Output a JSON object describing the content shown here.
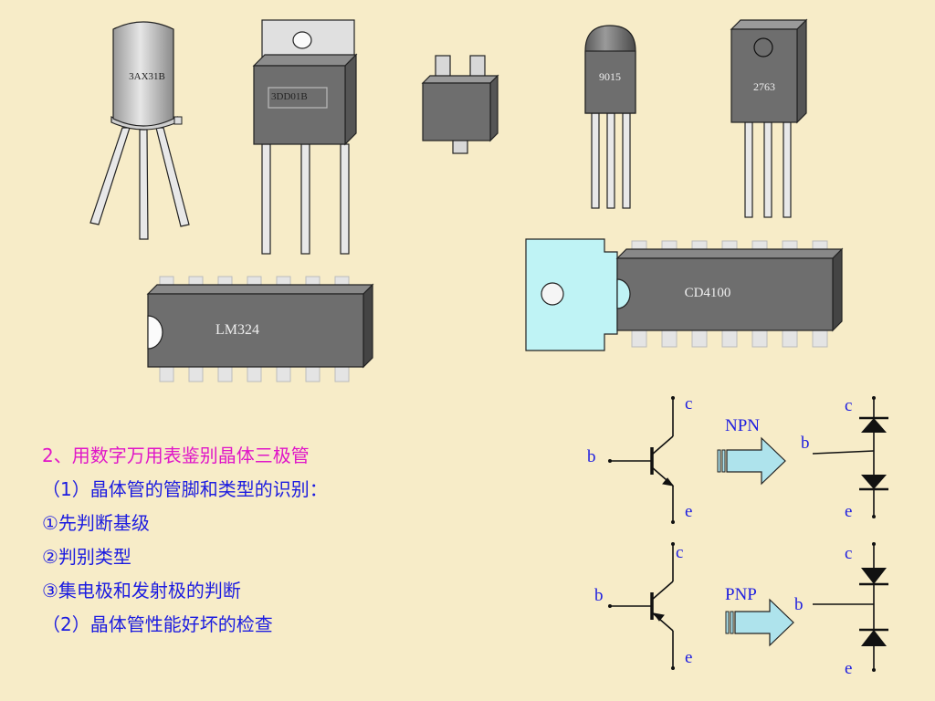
{
  "components": {
    "can_transistor": {
      "label": "3AX31B"
    },
    "power_transistor": {
      "label": "3DD01B"
    },
    "small_transistor": {
      "label": "9015"
    },
    "tab_transistor": {
      "label": "2763"
    },
    "chip_lm324": {
      "label": "LM324"
    },
    "chip_cd4100": {
      "label": "CD4100"
    }
  },
  "symbols": {
    "npn": {
      "type_label": "NPN",
      "pin_b": "b",
      "pin_c": "c",
      "pin_e": "e",
      "equiv_b": "b",
      "equiv_c": "c",
      "equiv_e": "e"
    },
    "pnp": {
      "type_label": "PNP",
      "pin_b": "b",
      "pin_c": "c",
      "pin_e": "e",
      "equiv_b": "b",
      "equiv_c": "c",
      "equiv_e": "e"
    }
  },
  "text": {
    "title": "2、用数字万用表鉴别晶体三极管",
    "lines": [
      "（1）晶体管的管脚和类型的识别：",
      "①先判断基级",
      "②判别类型",
      "③集电极和发射极的判断",
      "（2）晶体管性能好坏的检查"
    ]
  },
  "colors": {
    "background": "#f7ecc8",
    "component_body": "#6e6e6e",
    "heat_sink": "#bff3f5",
    "arrow_fill": "#aee3ec",
    "title_text": "#e016c8",
    "body_text": "#1c1ce0",
    "symbol_label": "#1c1ce0"
  }
}
